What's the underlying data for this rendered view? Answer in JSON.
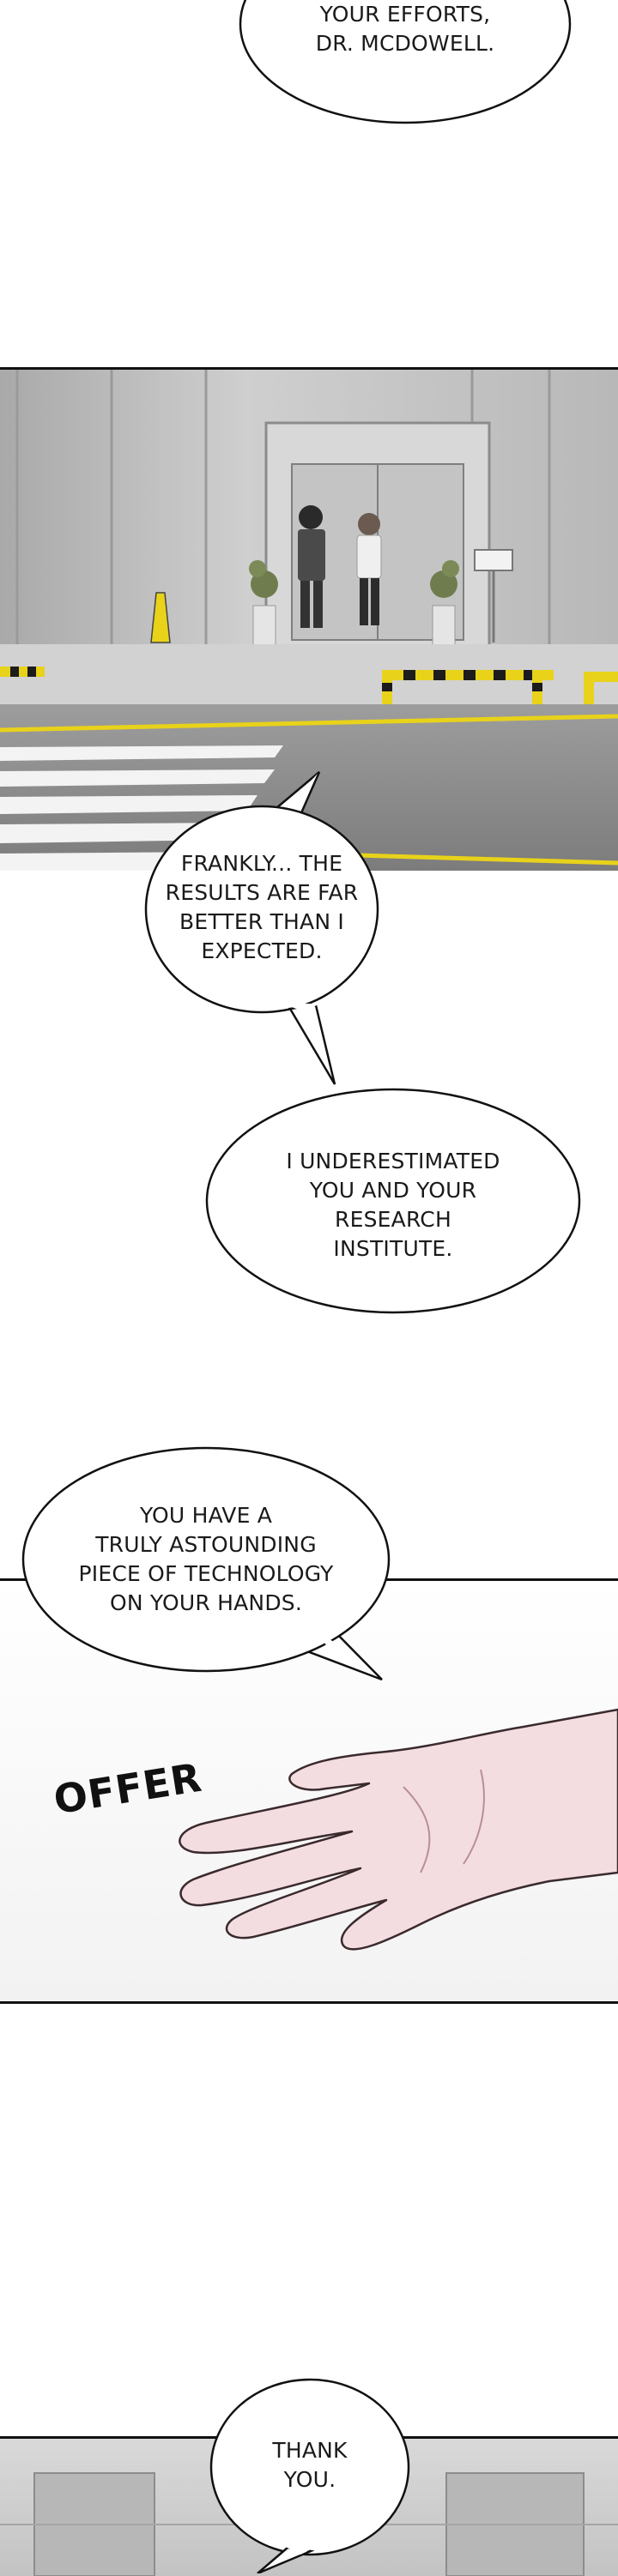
{
  "bubbles": {
    "b1": "YOUR EFFORTS,\nDR. MCDOWELL.",
    "b2": "FRANKLY... THE\nRESULTS ARE FAR\nBETTER THAN I\nEXPECTED.",
    "b3": "I UNDERESTIMATED\nYOU AND YOUR\nRESEARCH\nINSTITUTE.",
    "b4": "YOU HAVE A\nTRULY ASTOUNDING\nPIECE OF TECHNOLOGY\nON YOUR HANDS.",
    "b5": "THANK\nYOU."
  },
  "sfx": {
    "offer": "OFFER"
  },
  "colors": {
    "hazard_yellow": "#e8d21a",
    "hazard_black": "#1c1c1c",
    "building_gray": "#bfbfbf",
    "asphalt": "#8f8f8f"
  }
}
